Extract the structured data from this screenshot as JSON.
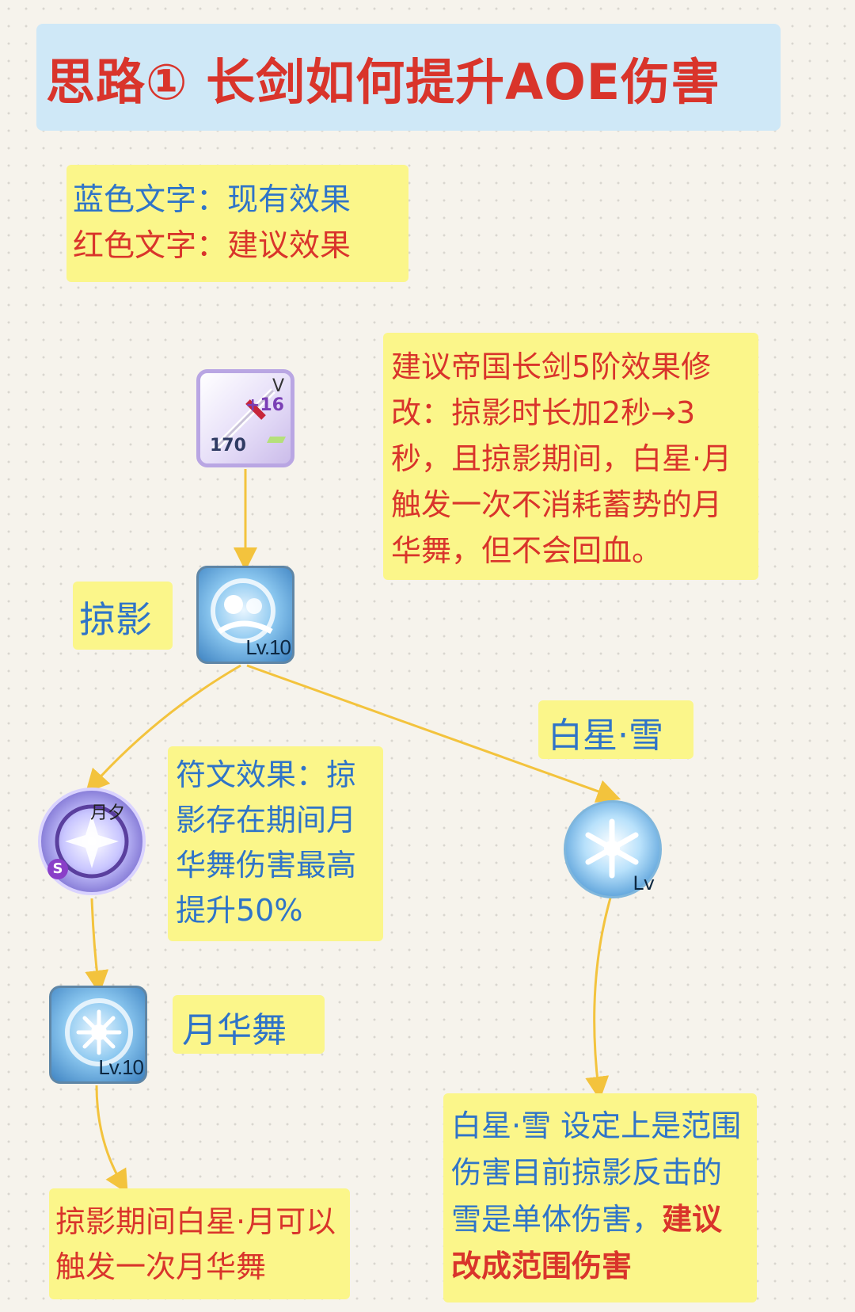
{
  "title": "思路①   长剑如何提升AOE伤害",
  "legend": {
    "blue_line": "蓝色文字：现有效果",
    "red_line": "红色文字：建议效果"
  },
  "proposal": "建议帝国长剑5阶效果修改：掠影时长加2秒→3秒，且掠影期间，白星·月  触发一次不消耗蓄势的月华舞，但不会回血。",
  "nodes": {
    "sword": {
      "level": "170",
      "plus": "+16",
      "grade": "V",
      "icon": "sword-icon"
    },
    "luey": {
      "label": "掠影",
      "lv": "Lv.10",
      "icon": "skill-luey-icon"
    },
    "baixing_xue": {
      "label": "白星·雪",
      "lv": "Lv",
      "icon": "snowflake-icon"
    },
    "rune": {
      "tag": "月夕",
      "rarity": "S",
      "icon": "rune-icon"
    },
    "yuehua": {
      "label": "月华舞",
      "lv": "Lv.10",
      "icon": "skill-yuehua-icon"
    }
  },
  "rune_effect": "符文效果：掠影存在期间月华舞伤害最高提升50%",
  "bottom_left": "掠影期间白星·月可以触发一次月华舞",
  "bottom_right": {
    "current": "白星·雪  设定上是范围伤害目前掠影反击的雪是单体伤害，",
    "proposed": "建议改成范围伤害"
  },
  "colors": {
    "title_bg": "#cfe8f7",
    "note_bg": "#fbf68a",
    "blue_text": "#2f74c8",
    "red_text": "#d9342b",
    "arrow": "#f3c33d"
  }
}
